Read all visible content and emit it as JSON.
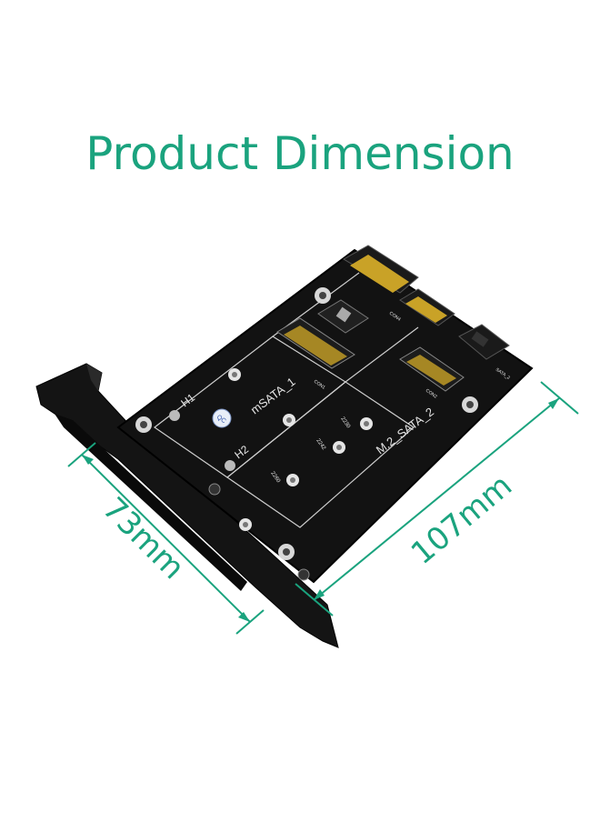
{
  "title": "Product Dimension",
  "accent_color": "#1aa37e",
  "dimensions": {
    "height_label": "73mm",
    "length_label": "107mm"
  },
  "board": {
    "slot1_label": "mSATA_1",
    "slot2_label": "M.2_SATA_2",
    "h1_label": "H1",
    "h2_label": "H2",
    "qc_label": "QC",
    "con1_label": "CON1",
    "con2_label": "CON2",
    "con4_label": "CON4",
    "sata2_label": "SATA_2",
    "len2230_label": "2230",
    "len2242_label": "2242",
    "len2260_label": "2260"
  }
}
